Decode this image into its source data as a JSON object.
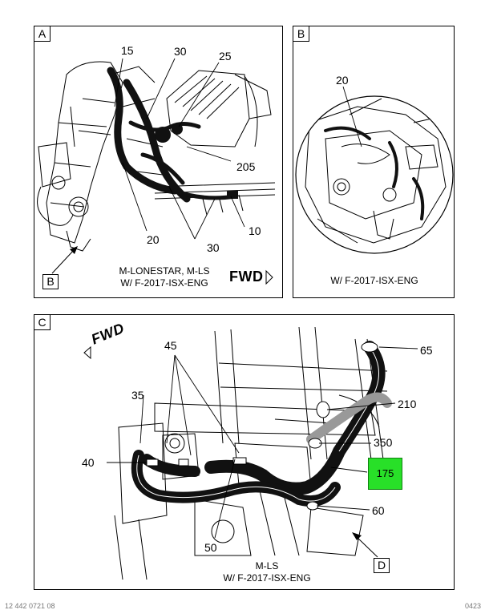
{
  "panels": {
    "a": {
      "tag": "A",
      "callouts": {
        "c15": "15",
        "c30top": "30",
        "c25": "25",
        "c205": "205",
        "c20": "20",
        "c30bot": "30",
        "c10": "10"
      },
      "view_ref": "B",
      "caption": [
        "M-LONESTAR, M-LS",
        "W/ F-2017-ISX-ENG"
      ],
      "fwd": "FWD"
    },
    "b": {
      "tag": "B",
      "callouts": {
        "c20": "20"
      },
      "caption": [
        "W/ F-2017-ISX-ENG"
      ]
    },
    "c": {
      "tag": "C",
      "fwd": "FWD",
      "callouts": {
        "c45": "45",
        "c65": "65",
        "c35": "35",
        "c210": "210",
        "c350": "350",
        "c40": "40",
        "c60": "60",
        "c50": "50"
      },
      "highlight_label": "175",
      "view_ref": "D",
      "caption": [
        "M-LS",
        "W/ F-2017-ISX-ENG"
      ]
    }
  },
  "colors": {
    "highlight": "#28e028",
    "line": "#000000",
    "hose": "#111111"
  },
  "footer": {
    "left": "12 442 0721 08",
    "right": "0423"
  }
}
